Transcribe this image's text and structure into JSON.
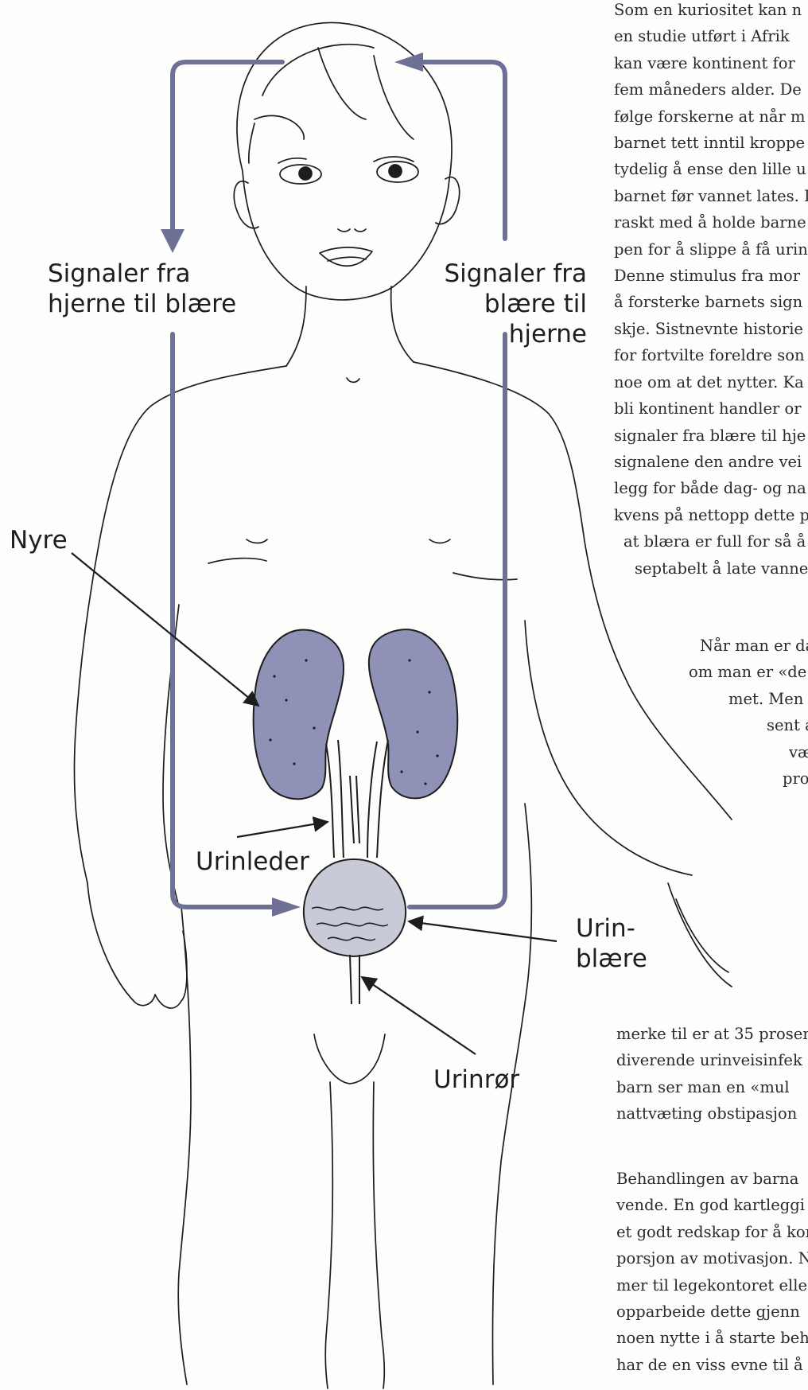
{
  "colors": {
    "loop": "#6e7096",
    "kidney": "#8f92b6",
    "bladder": "#c9cad8",
    "line": "#1d1d1d"
  },
  "labels": {
    "signals_down": "Signaler fra\nhjerne til blære",
    "signals_up": "Signaler fra\nblære til\nhjerne",
    "nyre": "Nyre",
    "urinleder": "Urinleder",
    "urinblaere": "Urin-\nblære",
    "urinror": "Urinrør"
  },
  "text": {
    "top": [
      "Som en kuriositet kan n",
      "en studie utført i Afrik",
      "kan være kontinent for",
      "fem måneders alder. De",
      "følge forskerne at når m",
      "barnet tett inntil kroppe",
      "tydelig å ense den lille u",
      "barnet før vannet lates. I",
      "raskt med å holde barne",
      "pen for å slippe å få urin",
      "Denne stimulus fra mor",
      "å forsterke barnets sign",
      "skje. Sistnevnte historie",
      "for fortvilte foreldre son",
      "noe om at det nytter. Ka",
      "bli kontinent handler or",
      "signaler fra blære til hje",
      "signalene den andre vei",
      "legg for både dag- og na",
      "kvens på nettopp dette p",
      "at blæra er full for så å s",
      "septabelt å late vanne"
    ],
    "mid": [
      "Når man er da",
      "om man er «de",
      "met. Men st",
      "sent a",
      "vær",
      "pros"
    ],
    "bottom": [
      "merke til er at 35 prosen",
      "diverende urinveisinfek",
      "barn ser man en «mul",
      "nattvæting obstipasjon"
    ],
    "last": [
      "Behandlingen av barna",
      "vende. En god kartleggi",
      "et godt redskap for å kon",
      "porsjon av motivasjon. N",
      "mer til legekontoret elle",
      "opparbeide dette gjenn",
      "noen nytte i å starte beha",
      "har de en viss evne til å"
    ]
  }
}
